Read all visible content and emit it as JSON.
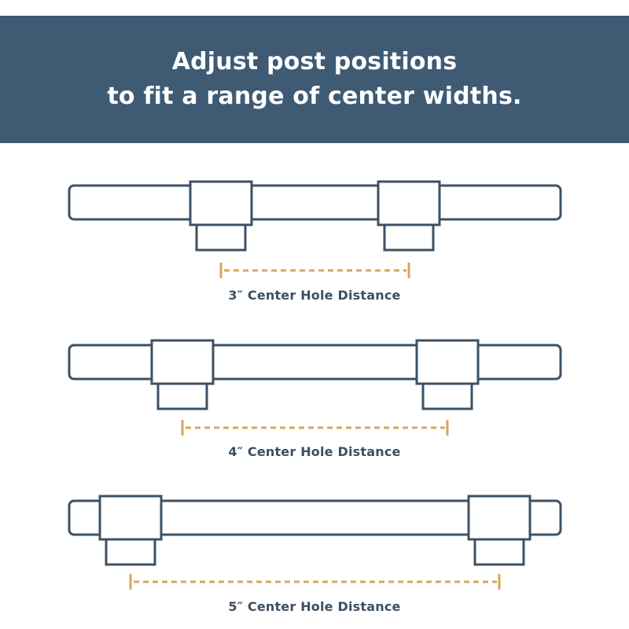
{
  "header": {
    "line1": "Adjust post positions",
    "line2": "to fit a range of center widths."
  },
  "colors": {
    "banner": "#3f5a73",
    "outline": "#3d5166",
    "measure": "#d8a55e",
    "caption": "#3d4f62"
  },
  "handles": [
    {
      "caption": "3″ Center Hole Distance",
      "distance_in": 3
    },
    {
      "caption": "4″ Center Hole Distance",
      "distance_in": 4
    },
    {
      "caption": "5″ Center Hole Distance",
      "distance_in": 5
    }
  ]
}
